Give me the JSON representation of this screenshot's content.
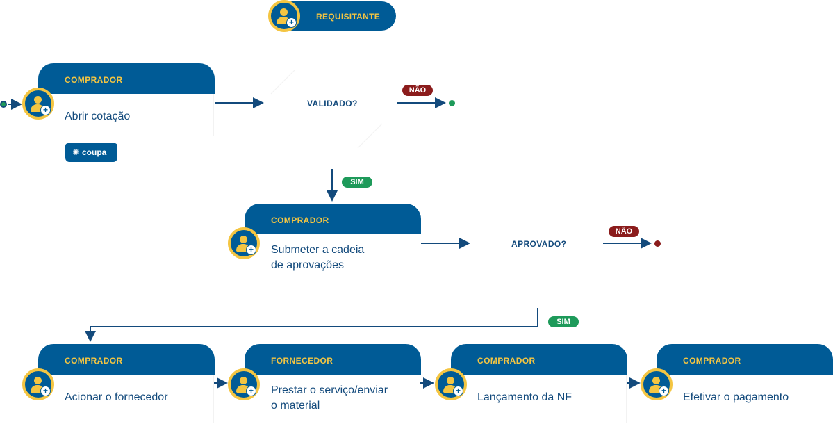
{
  "requester": {
    "label": "REQUISITANTE"
  },
  "steps": [
    {
      "role": "COMPRADOR",
      "line1": "Abrir cotação",
      "line2": ""
    },
    {
      "role": "COMPRADOR",
      "line1": "Submeter a cadeia",
      "line2": "de aprovações"
    },
    {
      "role": "COMPRADOR",
      "line1": "Acionar o fornecedor",
      "line2": ""
    },
    {
      "role": "FORNECEDOR",
      "line1": "Prestar o serviço/enviar",
      "line2": "o material"
    },
    {
      "role": "COMPRADOR",
      "line1": "Lançamento da NF",
      "line2": ""
    },
    {
      "role": "COMPRADOR",
      "line1": "Efetivar o pagamento",
      "line2": ""
    }
  ],
  "decisions": [
    {
      "question": "VALIDADO?",
      "no": "NÃO",
      "yes": "SIM"
    },
    {
      "question": "APROVADO?",
      "no": "NÃO",
      "yes": "SIM"
    }
  ],
  "tool": {
    "name": "coupa",
    "icon": "coupa-logo-icon"
  },
  "colors": {
    "primary": "#005b96",
    "accent": "#f4c542",
    "no": "#8b1c1c",
    "yes": "#1e9a5a"
  }
}
